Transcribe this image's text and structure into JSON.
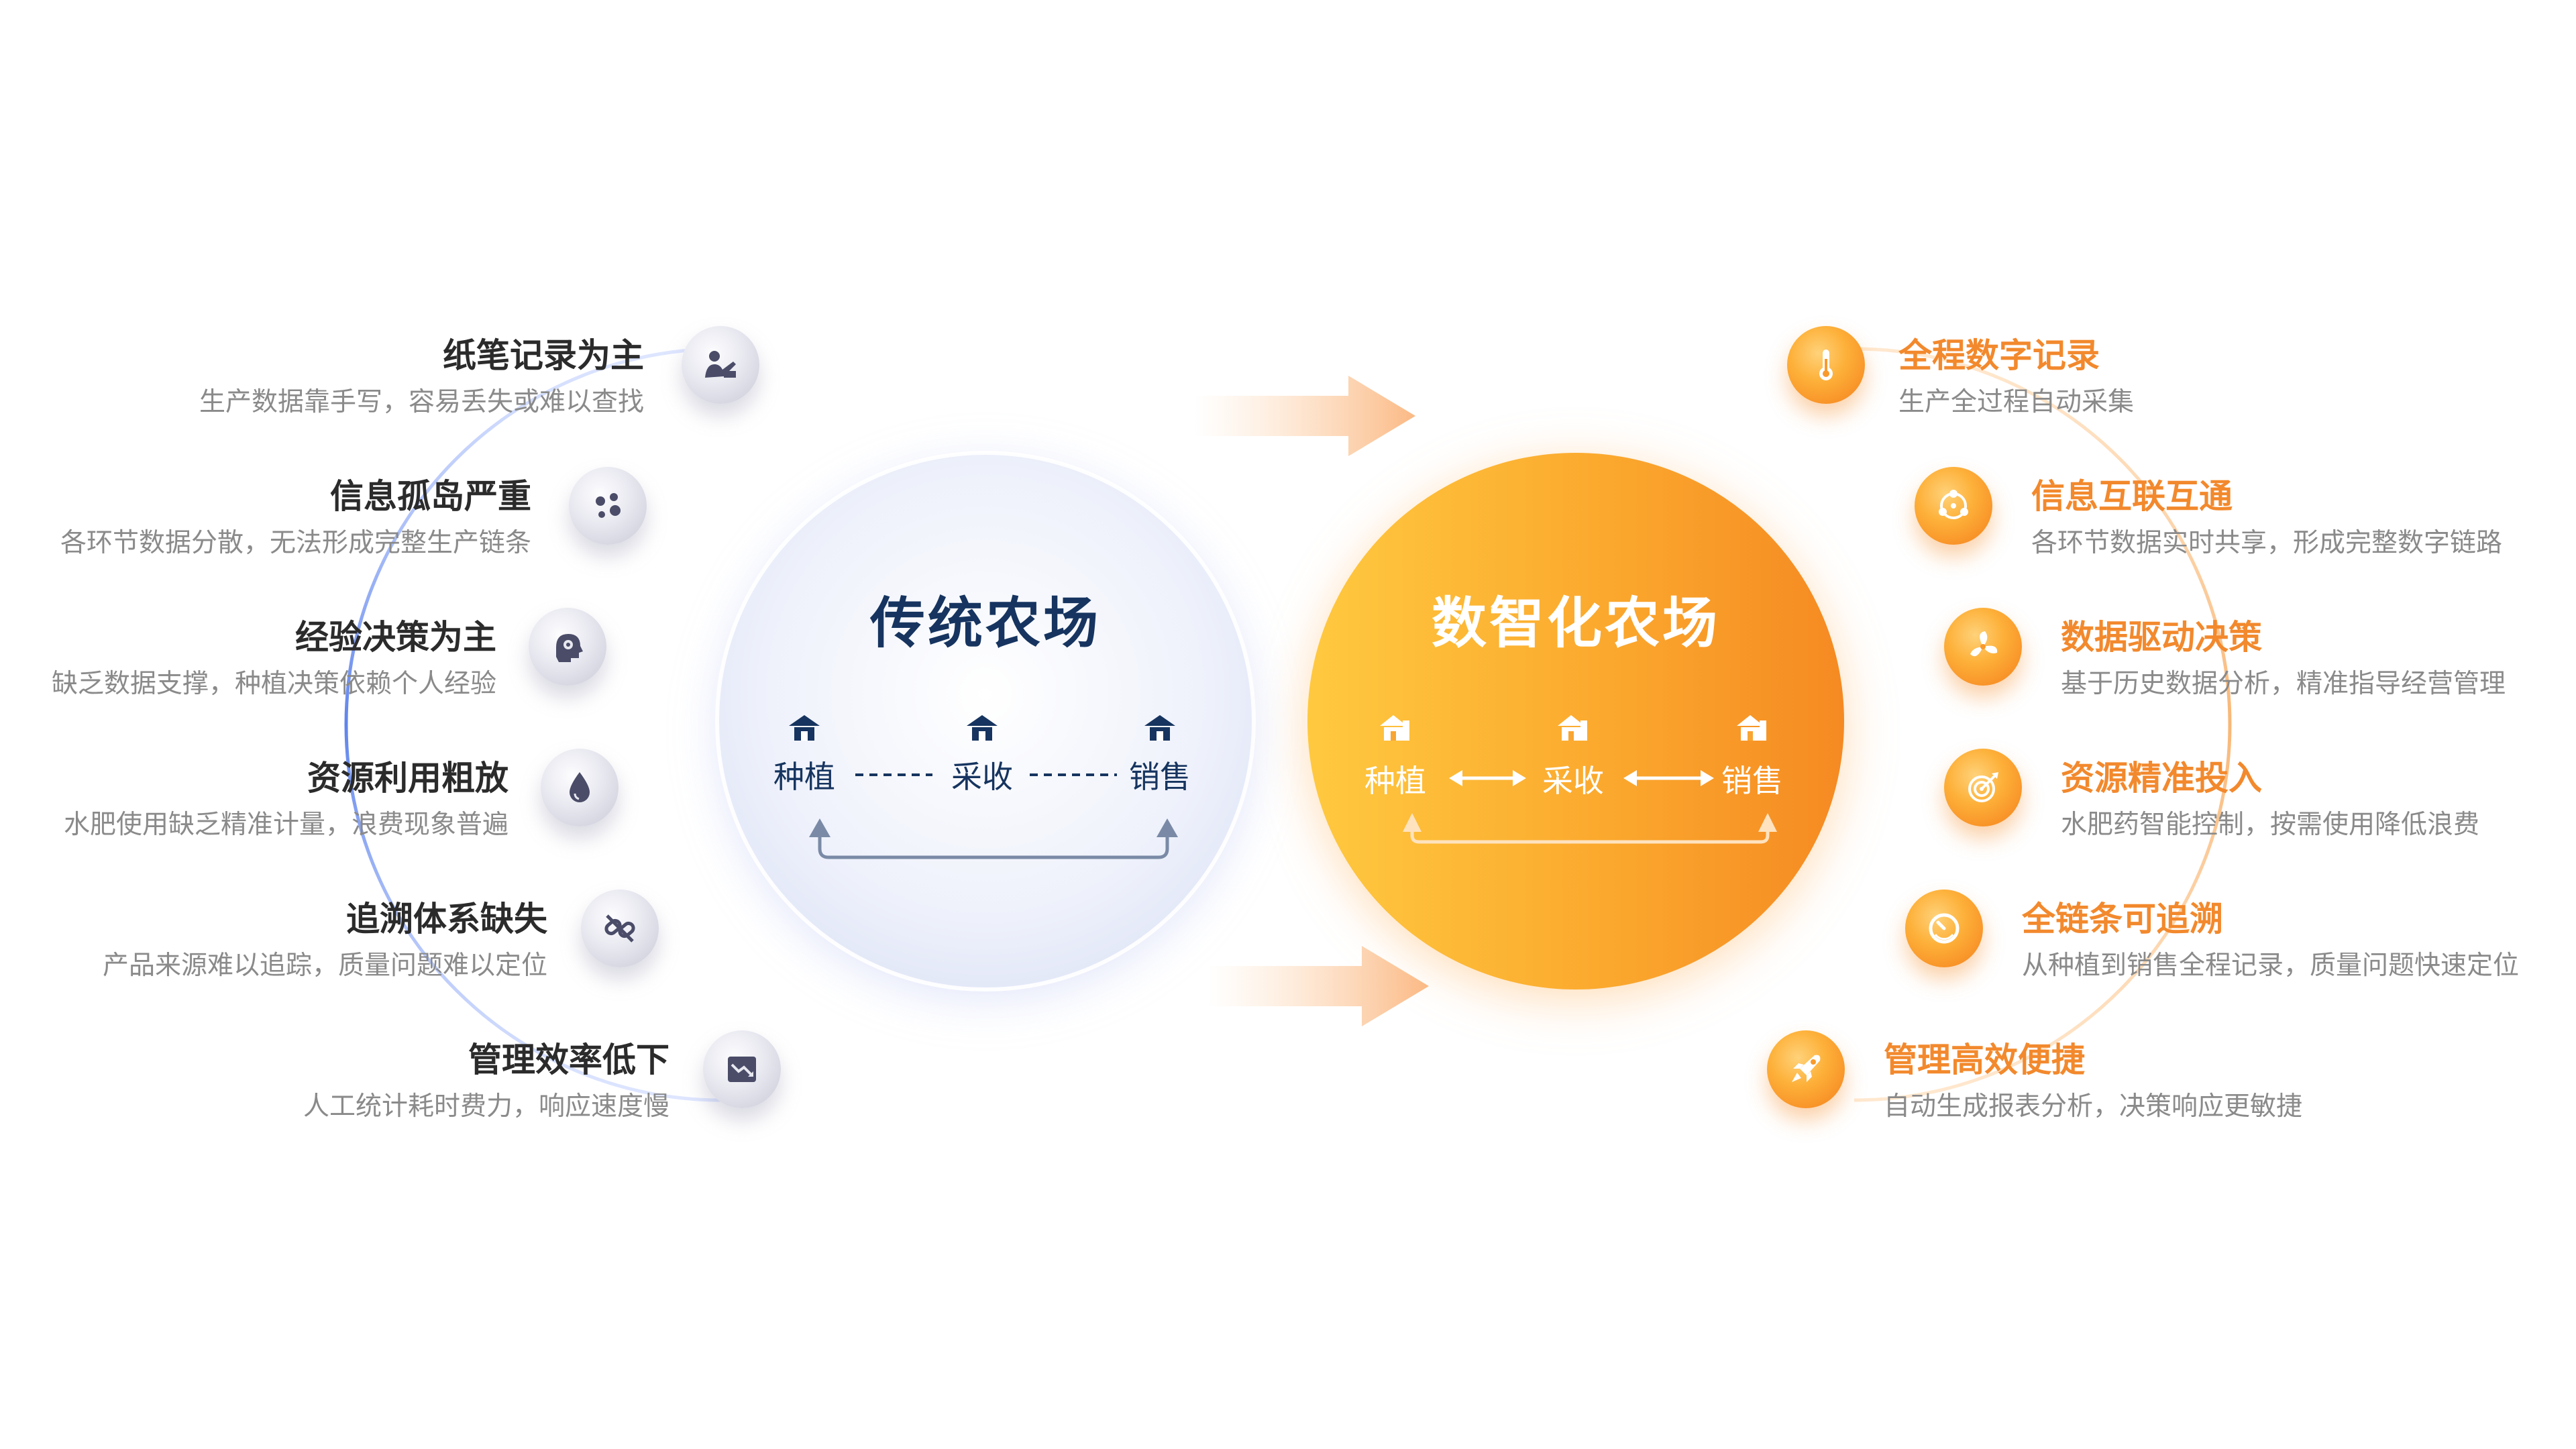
{
  "traditional": {
    "title": "传统农场",
    "flow": [
      "种植",
      "采收",
      "销售"
    ]
  },
  "digital": {
    "title": "数智化农场",
    "flow": [
      "种植",
      "采收",
      "销售"
    ]
  },
  "left_items": [
    {
      "title": "纸笔记录为主",
      "desc": "生产数据靠手写，容易丢失或难以查找",
      "icon": "handwriting-icon"
    },
    {
      "title": "信息孤岛严重",
      "desc": "各环节数据分散，无法形成完整生产链条",
      "icon": "scattered-dots-icon"
    },
    {
      "title": "经验决策为主",
      "desc": "缺乏数据支撑，种植决策依赖个人经验",
      "icon": "head-brain-icon"
    },
    {
      "title": "资源利用粗放",
      "desc": "水肥使用缺乏精准计量，浪费现象普遍",
      "icon": "water-drop-icon"
    },
    {
      "title": "追溯体系缺失",
      "desc": "产品来源难以追踪，质量问题难以定位",
      "icon": "broken-link-icon"
    },
    {
      "title": "管理效率低下",
      "desc": "人工统计耗时费力，响应速度慢",
      "icon": "down-trend-icon"
    }
  ],
  "right_items": [
    {
      "title": "全程数字记录",
      "desc": "生产全过程自动采集",
      "icon": "thermometer-icon"
    },
    {
      "title": "信息互联互通",
      "desc": "各环节数据实时共享，形成完整数字链路",
      "icon": "network-icon"
    },
    {
      "title": "数据驱动决策",
      "desc": "基于历史数据分析，精准指导经营管理",
      "icon": "fan-icon"
    },
    {
      "title": "资源精准投入",
      "desc": "水肥药智能控制，按需使用降低浪费",
      "icon": "target-icon"
    },
    {
      "title": "全链条可追溯",
      "desc": "从种植到销售全程记录，质量问题快速定位",
      "icon": "gauge-icon"
    },
    {
      "title": "管理高效便捷",
      "desc": "自动生成报表分析，决策响应更敏捷",
      "icon": "rocket-icon"
    }
  ],
  "colors": {
    "navy": "#16345f",
    "orange": "#f2892d",
    "grey_text": "#8a8a8a",
    "blue_arc": "#6f8ff0"
  }
}
